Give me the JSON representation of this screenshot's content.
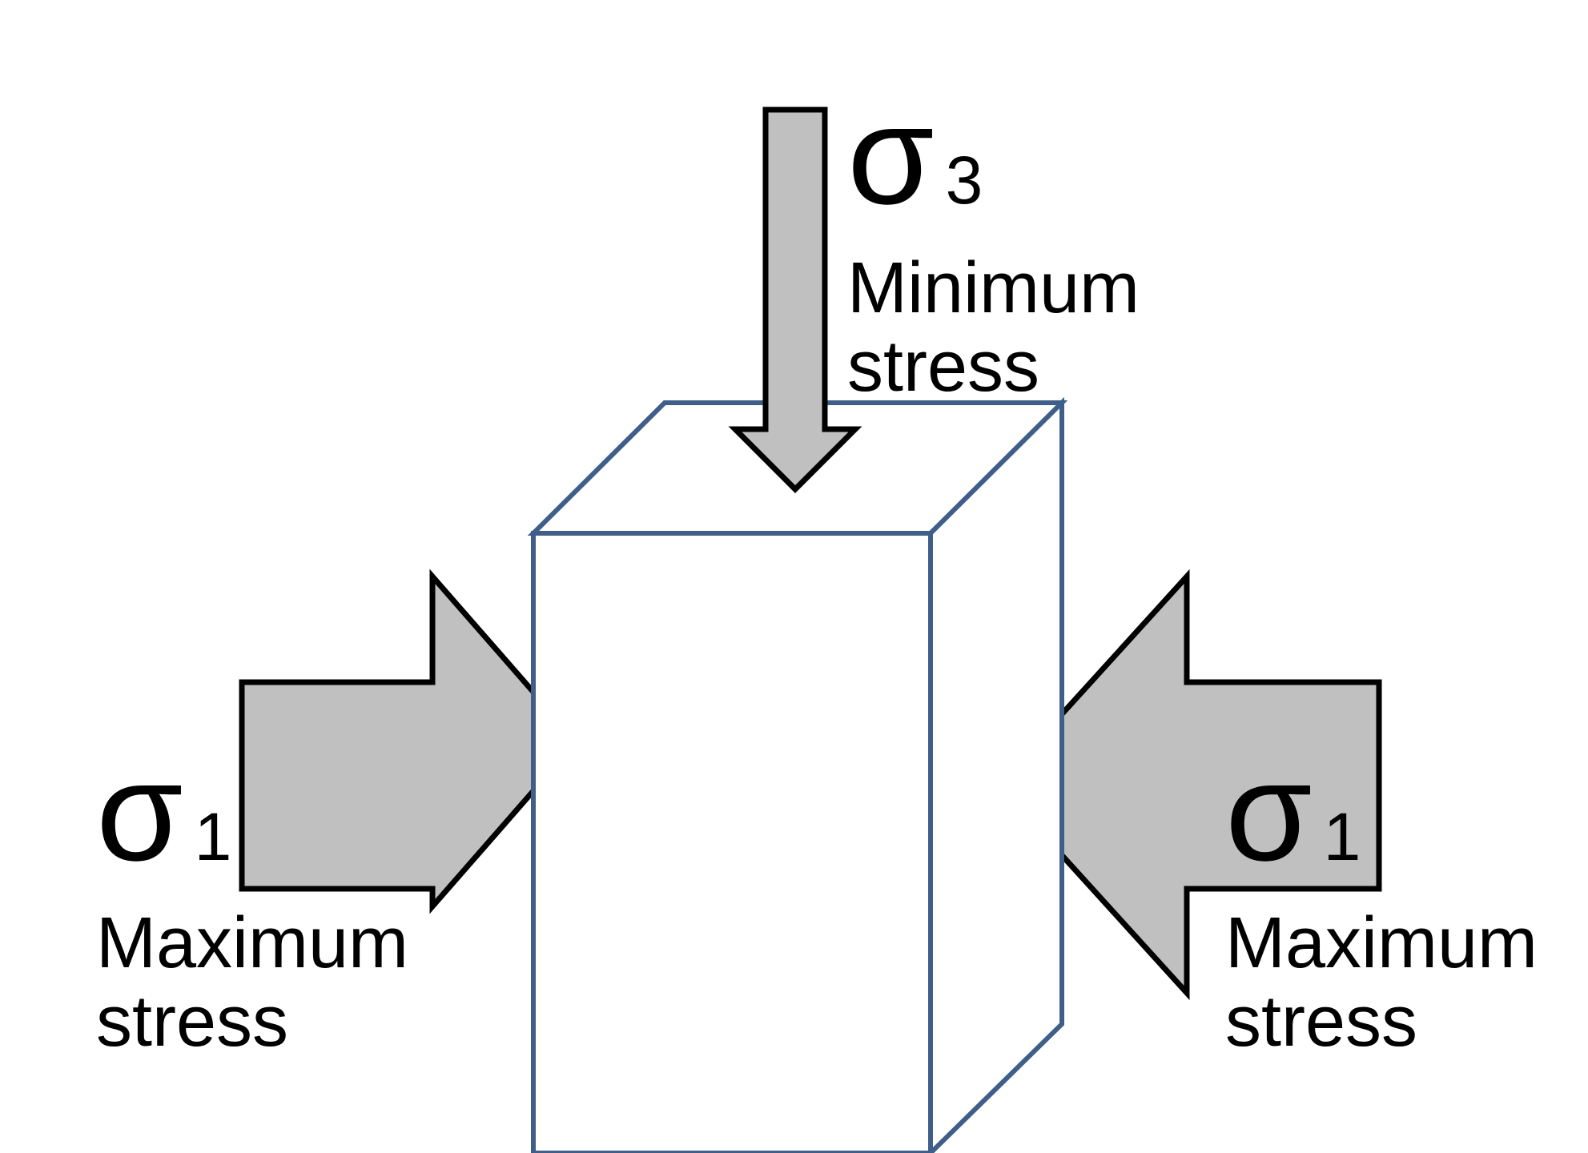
{
  "colors": {
    "arrow_fill": "#c0c0c0",
    "arrow_stroke": "#000000",
    "box_edge": "#3f5f8a",
    "background": "#ffffff"
  },
  "labels": {
    "top": {
      "symbol": "σ",
      "subscript": "3",
      "line1": "Minimum",
      "line2": "stress"
    },
    "left": {
      "symbol": "σ",
      "subscript": "1",
      "line1": "Maximum",
      "line2": "stress"
    },
    "right": {
      "symbol": "σ",
      "subscript": "1",
      "line1": "Maximum",
      "line2": "stress"
    }
  }
}
